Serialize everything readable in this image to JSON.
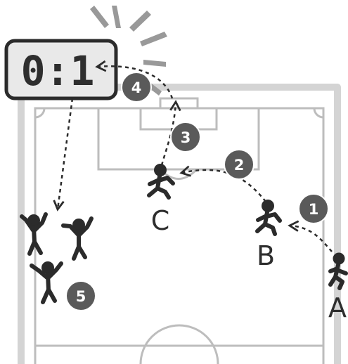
{
  "scoreboard": {
    "score": "0:1"
  },
  "players": [
    {
      "id": "a",
      "label": "A"
    },
    {
      "id": "b",
      "label": "B"
    },
    {
      "id": "c",
      "label": "C"
    }
  ],
  "steps": [
    "1",
    "2",
    "3",
    "4",
    "5"
  ],
  "colors": {
    "ink": "#2b2b2b",
    "field_lines": "#bdbdbd",
    "step_badge": "#5a5a5a",
    "scoreboard_bg": "#e9e9e9"
  }
}
